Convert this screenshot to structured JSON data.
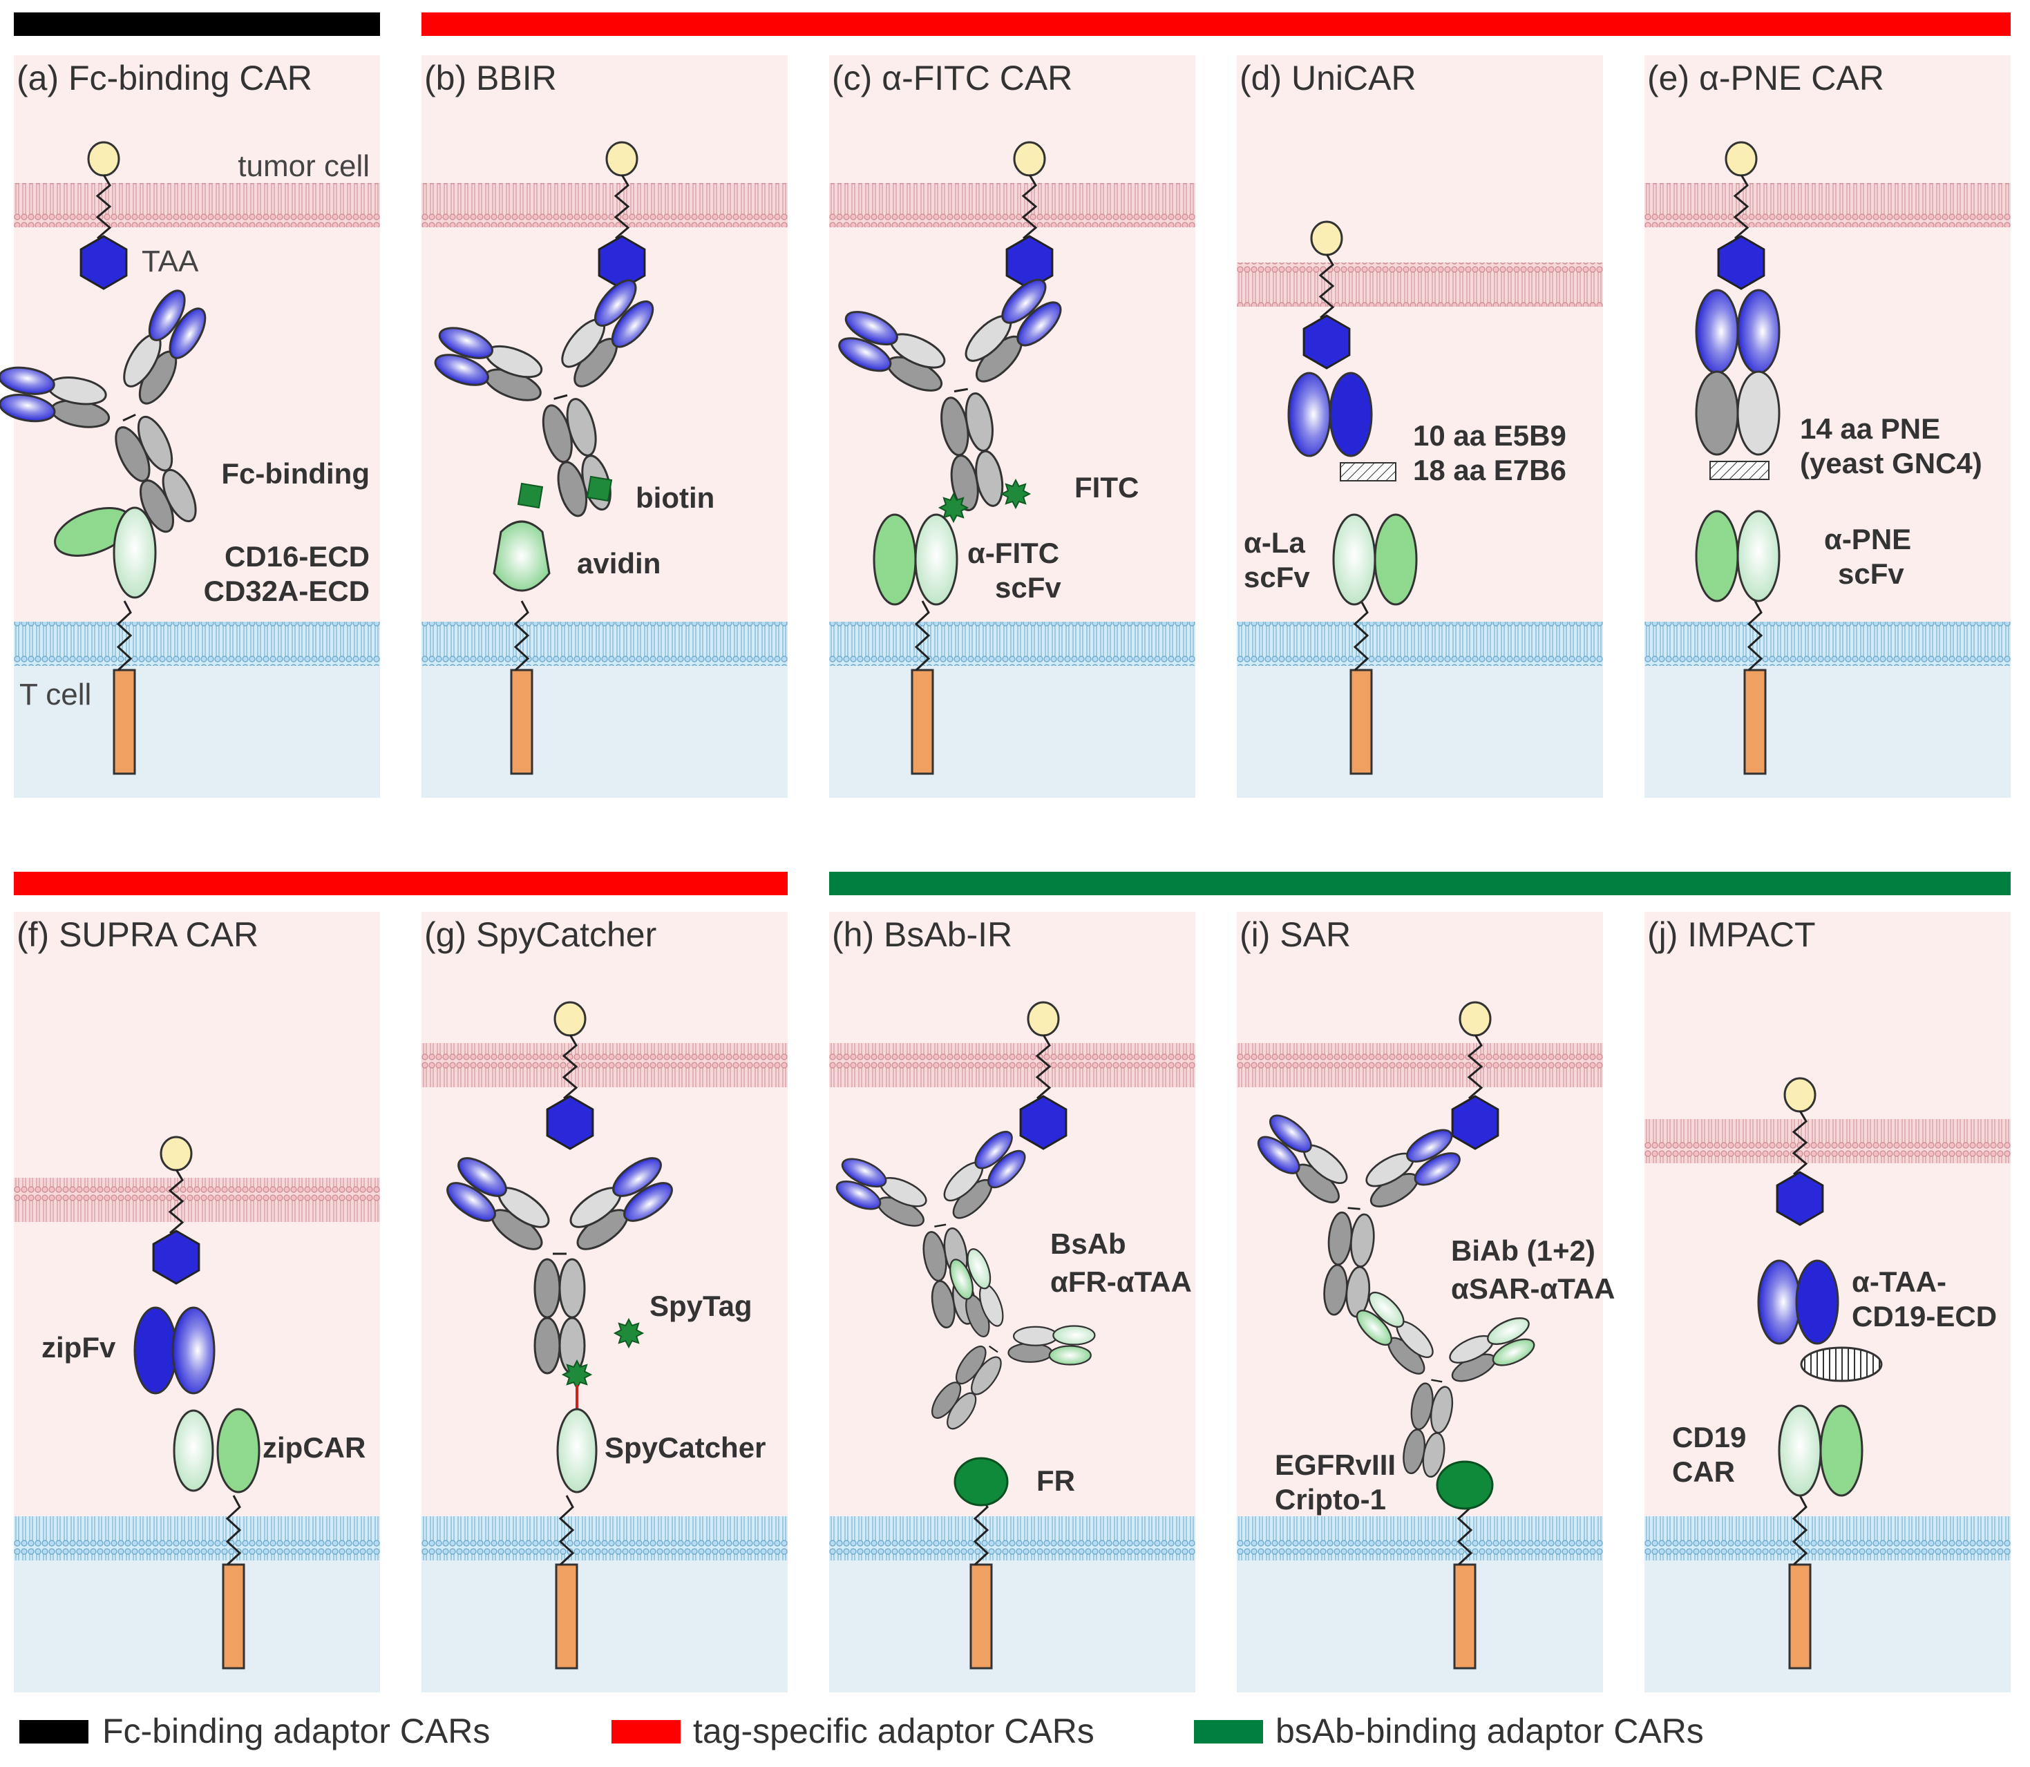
{
  "colors": {
    "fc_category": "#000000",
    "tag_category": "#ff0000",
    "bsab_category": "#008040",
    "tumor_bg": "#fdeeee",
    "tcell_bg": "#e3eef5",
    "tumor_membrane": "#f3c7cb",
    "tcell_membrane": "#bfe0f3",
    "antigen_blue": "#2929d9",
    "tail_orange": "#f0a060",
    "green_light": "#8ed98e",
    "green_dark": "#1a8a3a"
  },
  "panels": [
    {
      "id": "a",
      "title": "(a) Fc-binding CAR",
      "tumor_label": "tumor cell",
      "antigen_label": "TAA",
      "tcell_label": "T cell",
      "labels": [
        "Fc-binding",
        "CD16-ECD",
        "CD32A-ECD"
      ]
    },
    {
      "id": "b",
      "title": "(b) BBIR",
      "labels": [
        "biotin",
        "avidin"
      ]
    },
    {
      "id": "c",
      "title": "(c) α-FITC CAR",
      "labels": [
        "FITC",
        "α-FITC",
        "scFv"
      ]
    },
    {
      "id": "d",
      "title": "(d) UniCAR",
      "labels": [
        "10 aa E5B9",
        "18 aa E7B6",
        "α-La",
        "scFv"
      ]
    },
    {
      "id": "e",
      "title": "(e) α-PNE CAR",
      "labels": [
        "14 aa PNE",
        "(yeast GNC4)",
        "α-PNE",
        "scFv"
      ]
    },
    {
      "id": "f",
      "title": "(f) SUPRA CAR",
      "labels": [
        "zipFv",
        "zipCAR"
      ]
    },
    {
      "id": "g",
      "title": "(g) SpyCatcher",
      "labels": [
        "SpyTag",
        "SpyCatcher"
      ]
    },
    {
      "id": "h",
      "title": "(h) BsAb-IR",
      "labels": [
        "BsAb",
        "αFR-αTAA",
        "FR"
      ]
    },
    {
      "id": "i",
      "title": "(i) SAR",
      "labels": [
        "BiAb (1+2)",
        "αSAR-αTAA",
        "EGFRvIII",
        "Cripto-1"
      ]
    },
    {
      "id": "j",
      "title": "(j) IMPACT",
      "labels": [
        "α-TAA-",
        "CD19-ECD",
        "CD19",
        "CAR"
      ]
    }
  ],
  "legend": [
    {
      "label": "Fc-binding adaptor CARs",
      "color": "#000000"
    },
    {
      "label": "tag-specific adaptor CARs",
      "color": "#ff0000"
    },
    {
      "label": "bsAb-binding adaptor CARs",
      "color": "#008040"
    }
  ]
}
